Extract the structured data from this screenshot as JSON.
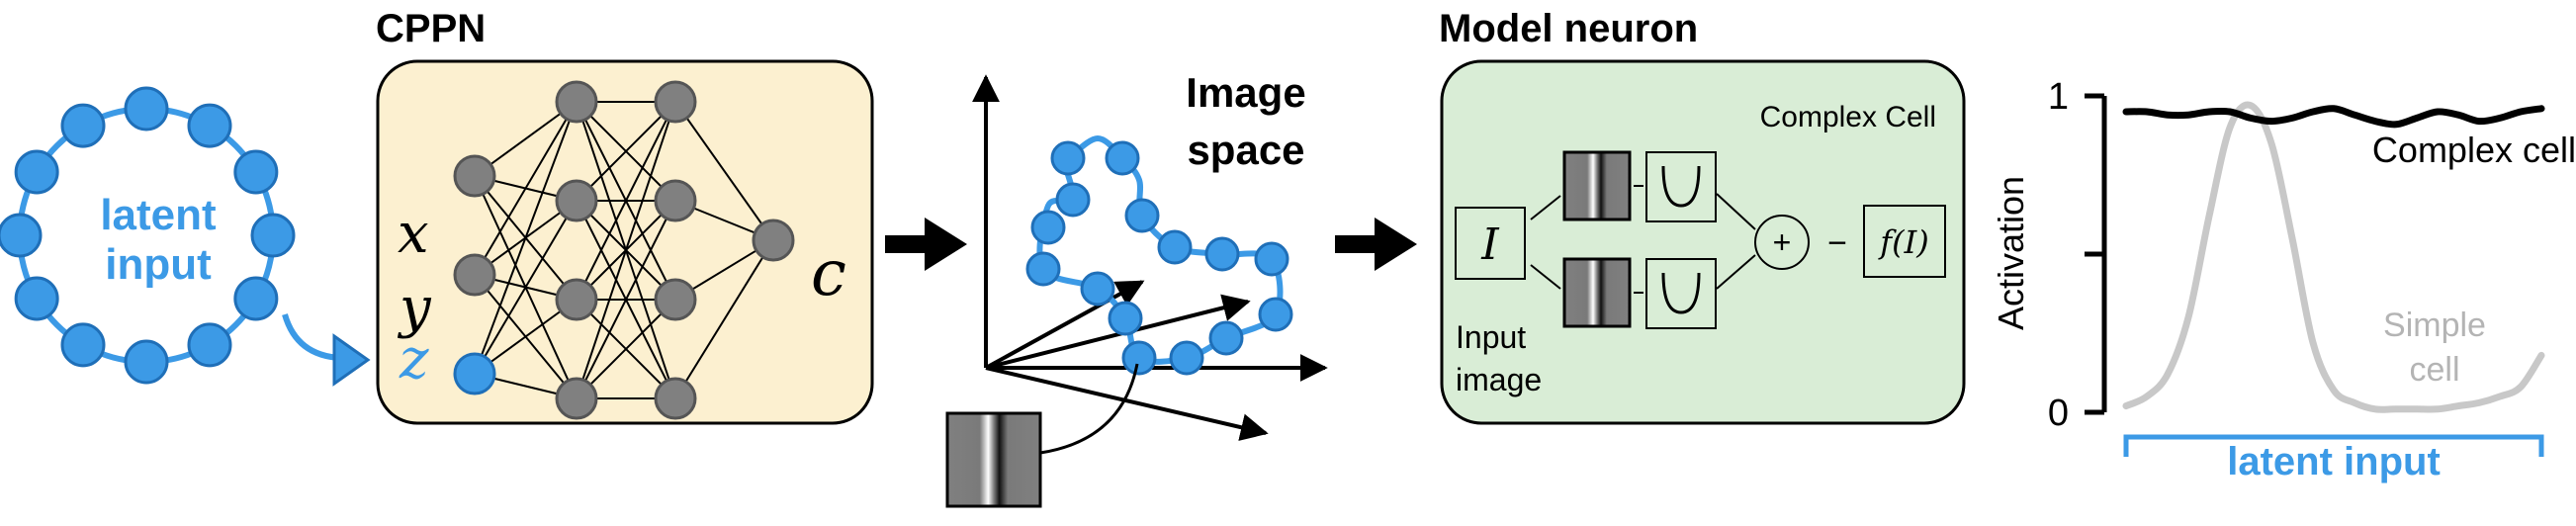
{
  "colors": {
    "blue": "#3C9AE6",
    "blue_stroke": "#1F6FB8",
    "node_gray": "#808080",
    "cppn_bg": "#FCF0D0",
    "neuron_bg": "#D9EDD6",
    "simple_curve": "#C8C8C8",
    "complex_curve": "#000000"
  },
  "latent": {
    "label_line1": "latent",
    "label_line2": "input",
    "node_count": 12
  },
  "cppn": {
    "title": "CPPN",
    "input_x": "x",
    "input_y": "y",
    "input_z": "z",
    "output_c": "c",
    "layers": [
      3,
      4,
      4,
      1
    ]
  },
  "image_space": {
    "title_line1": "Image",
    "title_line2": "space"
  },
  "model_neuron": {
    "title": "Model neuron",
    "cell_label": "Complex Cell",
    "input_symbol": "I",
    "input_label_line1": "Input",
    "input_label_line2": "image",
    "sum_symbol": "+",
    "output_symbol": "f(I)",
    "minus_symbol": "−"
  },
  "activation_plot": {
    "ylabel": "Activation",
    "xlabel": "latent input",
    "yticks": [
      "0",
      "1"
    ],
    "ylim": [
      0,
      1
    ],
    "complex_label": "Complex cell",
    "simple_label_line1": "Simple",
    "simple_label_line2": "cell"
  },
  "chart_data": {
    "type": "line",
    "xlabel": "latent input",
    "ylabel": "Activation",
    "ylim": [
      0,
      1
    ],
    "x": [
      0,
      0.05,
      0.1,
      0.15,
      0.2,
      0.25,
      0.3,
      0.35,
      0.4,
      0.45,
      0.5,
      0.55,
      0.6,
      0.65,
      0.7,
      0.75,
      0.8,
      0.85,
      0.9,
      0.95,
      1.0
    ],
    "series": [
      {
        "name": "Complex cell",
        "values": [
          0.95,
          0.95,
          0.94,
          0.94,
          0.95,
          0.95,
          0.93,
          0.92,
          0.93,
          0.95,
          0.96,
          0.94,
          0.92,
          0.91,
          0.93,
          0.95,
          0.94,
          0.92,
          0.93,
          0.95,
          0.96
        ]
      },
      {
        "name": "Simple cell",
        "values": [
          0.02,
          0.05,
          0.12,
          0.3,
          0.62,
          0.9,
          0.97,
          0.85,
          0.55,
          0.22,
          0.07,
          0.03,
          0.01,
          0.01,
          0.01,
          0.01,
          0.02,
          0.03,
          0.05,
          0.08,
          0.18
        ]
      }
    ]
  }
}
